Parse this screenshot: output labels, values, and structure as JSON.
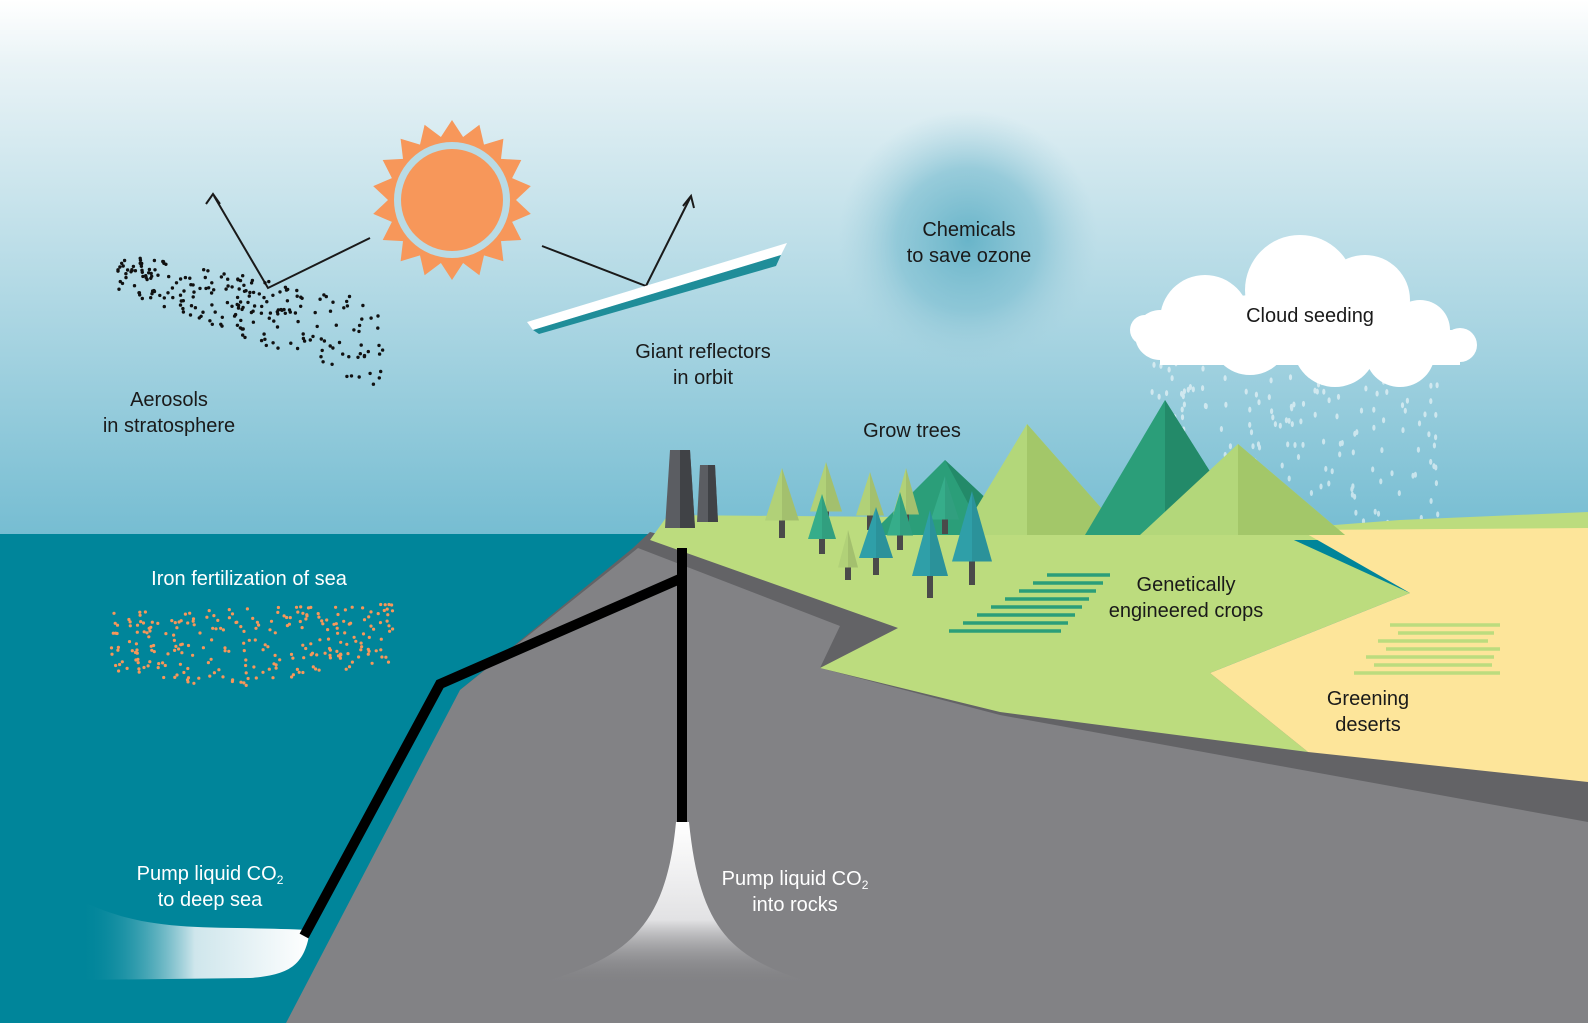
{
  "labels": {
    "aerosols": [
      "Aerosols",
      "in stratosphere"
    ],
    "reflectors": [
      "Giant reflectors",
      "in orbit"
    ],
    "ozone": [
      "Chemicals",
      "to save ozone"
    ],
    "cloud": [
      "Cloud seeding"
    ],
    "trees": [
      "Grow trees"
    ],
    "crops": [
      "Genetically",
      "engineered crops"
    ],
    "deserts": [
      "Greening",
      "deserts"
    ],
    "iron": [
      "Iron fertilization of sea"
    ],
    "deep_sea": {
      "line1": "Pump liquid CO",
      "sub": "2",
      "line2": "to deep sea"
    },
    "rocks": {
      "line1": "Pump liquid CO",
      "sub": "2",
      "line2": "into rocks"
    }
  },
  "colors": {
    "sky_top": "#ffffff",
    "sky_bottom": "#76bdd2",
    "sea": "#00859a",
    "rock": "#828285",
    "rock_dark": "#636366",
    "grass": "#bcdc7e",
    "desert": "#fde59a",
    "sun": "#f7975a",
    "sun_rays": "#f7975a",
    "sun_ring": "#b9dbe5",
    "pipe": "#000000",
    "mountain_dark": "#2b9e79",
    "mountain_light": "#b3d77a",
    "tree_light": "#b1d178",
    "tree_teal": "#2f9fa8",
    "tree_green": "#36ad8a",
    "iron_dots": "#f7975a"
  },
  "icons": [
    "sun-icon",
    "cloud-icon",
    "tree-icon",
    "chimney-icon",
    "mirror-icon",
    "arrow-icon"
  ]
}
